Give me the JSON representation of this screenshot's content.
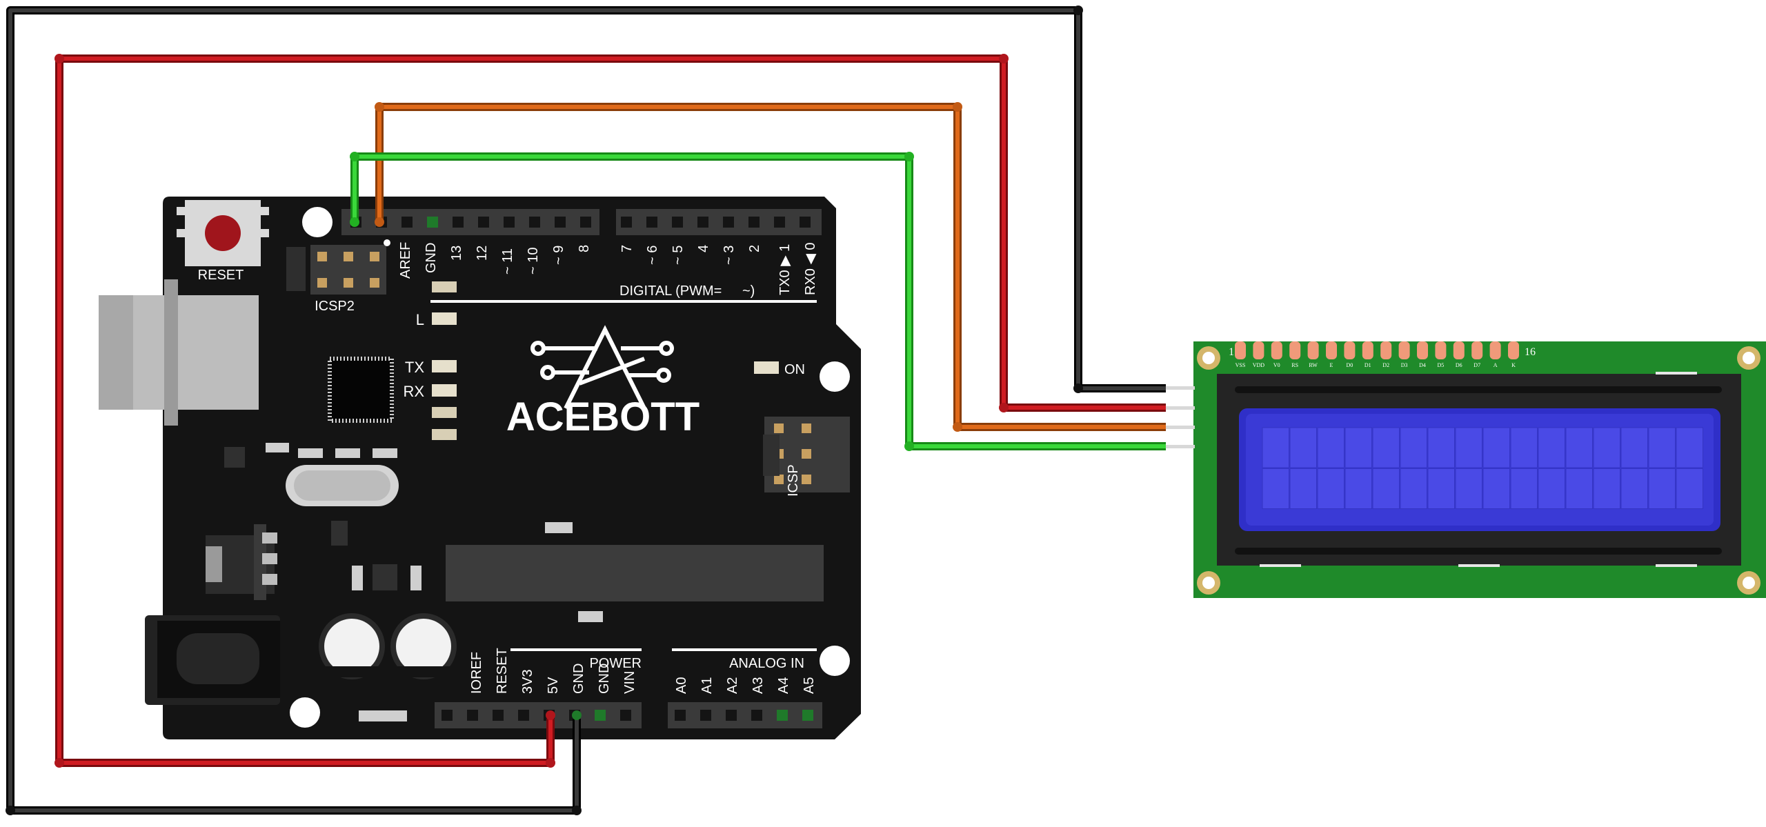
{
  "colors": {
    "wire_vcc": "#c8141c",
    "wire_gnd": "#1e1e1e",
    "wire_sda": "#d9661a",
    "wire_scl": "#2ec52e",
    "board": "#141414",
    "lcd_pcb": "#1f8a2a",
    "lcd_screen": "#3a3ad6"
  },
  "board": {
    "brand": "ACEBOTT",
    "reset_label": "RESET",
    "icsp2_label": "ICSP2",
    "icsp_label": "ICSP",
    "on_label": "ON",
    "led_l": "L",
    "led_tx": "TX",
    "led_rx": "RX",
    "digital_label": "DIGITAL (PWM=",
    "pwm_symbol": "~)",
    "power_label": "POWER",
    "analog_label": "ANALOG IN",
    "top_pins": [
      "AREF",
      "GND",
      "13",
      "12",
      "~ 11",
      "~ 10",
      "~ 9",
      "8",
      "7",
      "~ 6",
      "~ 5",
      "4",
      "~ 3",
      "2",
      "TX0 ▶ 1",
      "RX0 ◀ 0"
    ],
    "power_pins": [
      "IOREF",
      "RESET",
      "3V3",
      "5V",
      "GND",
      "GND",
      "VIN"
    ],
    "analog_pins": [
      "A0",
      "A1",
      "A2",
      "A3",
      "A4",
      "A5"
    ]
  },
  "lcd": {
    "pin_first": "1",
    "pin_last": "16",
    "pin_labels": [
      "VSS",
      "VDD",
      "V0",
      "RS",
      "RW",
      "E",
      "D0",
      "D1",
      "D2",
      "D3",
      "D4",
      "D5",
      "D6",
      "D7",
      "A",
      "K"
    ],
    "columns": 16,
    "rows": 2
  }
}
